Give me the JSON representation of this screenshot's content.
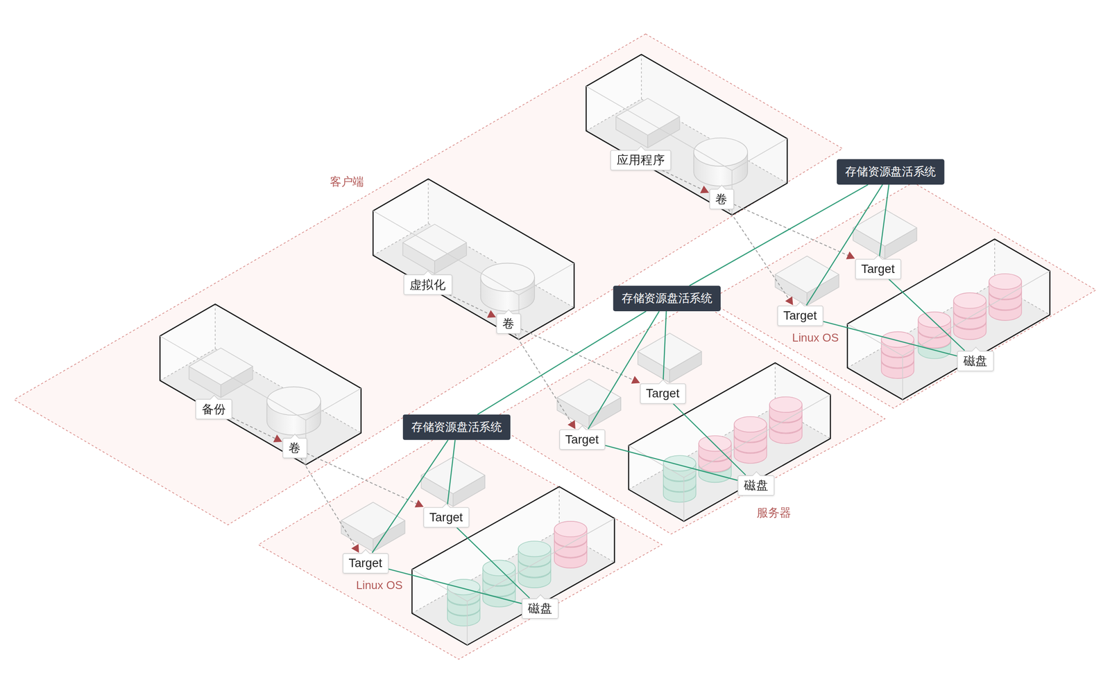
{
  "diagram": {
    "nodes": [
      {
        "text": [
          "应用程序"
        ]
      },
      {
        "text": [
          "卷"
        ]
      },
      {
        "text": [
          "存储资源盘活系统"
        ]
      },
      {
        "text": [
          "Target"
        ]
      },
      {
        "text": [
          "虚拟化"
        ]
      },
      {
        "text": [
          "存储资源盘活系统"
        ]
      },
      {
        "text": [
          "Target"
        ]
      },
      {
        "text": [
          "卷"
        ]
      },
      {
        "text": [
          "磁盘"
        ]
      },
      {
        "text": [
          "Target"
        ]
      },
      {
        "text": [
          "备份"
        ]
      },
      {
        "text": [
          "存储资源盘活系统"
        ]
      },
      {
        "text": [
          "Target"
        ]
      },
      {
        "text": [
          "卷"
        ]
      },
      {
        "text": [
          "磁盘"
        ]
      },
      {
        "text": [
          "Target"
        ]
      },
      {
        "text": [
          "Target"
        ]
      },
      {
        "text": [
          "磁盘"
        ]
      }
    ],
    "edges": [
      {
        "from": 0,
        "to": 1,
        "arrow": "to"
      },
      {
        "from": 4,
        "to": 7,
        "arrow": "to"
      },
      {
        "from": 10,
        "to": 13,
        "arrow": "to"
      },
      {
        "from": 1,
        "to": 3,
        "arrow": "to"
      },
      {
        "from": 1,
        "to": 6,
        "arrow": "to"
      },
      {
        "from": 7,
        "to": 9,
        "arrow": "to"
      },
      {
        "from": 7,
        "to": 12,
        "arrow": "to"
      },
      {
        "from": 13,
        "to": 15,
        "arrow": "to"
      },
      {
        "from": 13,
        "to": 16,
        "arrow": "to"
      },
      {
        "from": 2,
        "to": 3,
        "arrow": "none"
      },
      {
        "from": 2,
        "to": 6,
        "arrow": "none"
      },
      {
        "from": 5,
        "to": 9,
        "arrow": "none"
      },
      {
        "from": 5,
        "to": 12,
        "arrow": "none"
      },
      {
        "from": 11,
        "to": 15,
        "arrow": "none"
      },
      {
        "from": 11,
        "to": 16,
        "arrow": "none"
      },
      {
        "from": 3,
        "to": 8,
        "arrow": "none"
      },
      {
        "from": 6,
        "to": 8,
        "arrow": "none"
      },
      {
        "from": 9,
        "to": 14,
        "arrow": "none"
      },
      {
        "from": 12,
        "to": 14,
        "arrow": "none"
      },
      {
        "from": 15,
        "to": 17,
        "arrow": "none"
      },
      {
        "from": 16,
        "to": 17,
        "arrow": "none"
      },
      {
        "from": 11,
        "to": 5,
        "arrow": "none"
      },
      {
        "from": 5,
        "to": 2,
        "arrow": "none"
      }
    ],
    "labels": [
      "客户端",
      "服务器",
      "Linux OS",
      "Linux OS"
    ]
  }
}
